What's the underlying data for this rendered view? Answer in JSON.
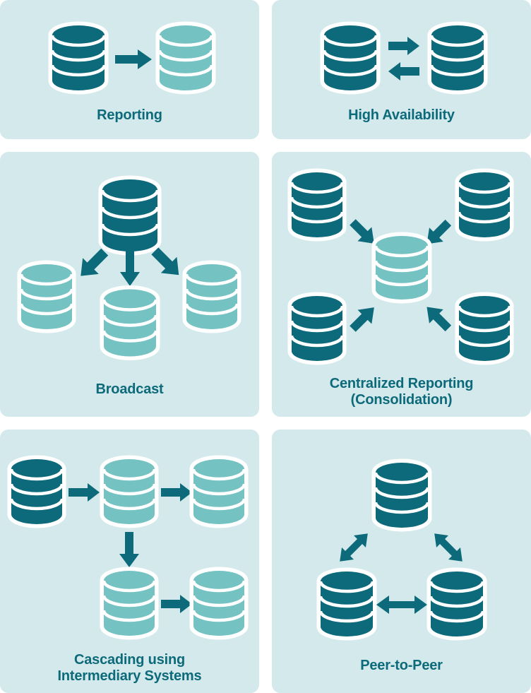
{
  "diagram": {
    "title_text_color": "#0d6a7a",
    "panel_background": "#d3e9eb",
    "page_background": "#ffffff",
    "colors": {
      "database_primary": "#0d6a7a",
      "database_secondary": "#74c2c2",
      "arrow": "#0d6a7a",
      "outline": "#ffffff"
    },
    "panels": [
      {
        "id": "reporting",
        "label": "Reporting",
        "label_lines": [
          "Reporting"
        ],
        "databases": [
          {
            "name": "source-database",
            "variant": "primary"
          },
          {
            "name": "target-database",
            "variant": "secondary"
          }
        ],
        "arrows": [
          {
            "name": "arrow-right",
            "direction": "right",
            "heads": 1
          }
        ]
      },
      {
        "id": "high-availability",
        "label": "High Availability",
        "label_lines": [
          "High Availability"
        ],
        "databases": [
          {
            "name": "primary-node-database",
            "variant": "primary"
          },
          {
            "name": "standby-node-database",
            "variant": "primary"
          }
        ],
        "arrows": [
          {
            "name": "arrow-right",
            "direction": "right",
            "heads": 1
          },
          {
            "name": "arrow-left",
            "direction": "left",
            "heads": 1
          }
        ]
      },
      {
        "id": "broadcast",
        "label": "Broadcast",
        "label_lines": [
          "Broadcast"
        ],
        "databases": [
          {
            "name": "source-database",
            "variant": "primary"
          },
          {
            "name": "target-database-left",
            "variant": "secondary"
          },
          {
            "name": "target-database-center",
            "variant": "secondary"
          },
          {
            "name": "target-database-right",
            "variant": "secondary"
          }
        ],
        "arrows": [
          {
            "name": "arrow-down-left",
            "direction": "down-left",
            "heads": 1
          },
          {
            "name": "arrow-down",
            "direction": "down",
            "heads": 1
          },
          {
            "name": "arrow-down-right",
            "direction": "down-right",
            "heads": 1
          }
        ]
      },
      {
        "id": "centralized-reporting",
        "label": "Centralized Reporting (Consolidation)",
        "label_lines": [
          "Centralized Reporting",
          "(Consolidation)"
        ],
        "databases": [
          {
            "name": "source-database-top-left",
            "variant": "primary"
          },
          {
            "name": "source-database-top-right",
            "variant": "primary"
          },
          {
            "name": "source-database-bottom-left",
            "variant": "primary"
          },
          {
            "name": "source-database-bottom-right",
            "variant": "primary"
          },
          {
            "name": "consolidated-database",
            "variant": "secondary"
          }
        ],
        "arrows": [
          {
            "name": "arrow-down-right",
            "direction": "down-right",
            "heads": 1
          },
          {
            "name": "arrow-down-left",
            "direction": "down-left",
            "heads": 1
          },
          {
            "name": "arrow-up-right",
            "direction": "up-right",
            "heads": 1
          },
          {
            "name": "arrow-up-left",
            "direction": "up-left",
            "heads": 1
          }
        ]
      },
      {
        "id": "cascading",
        "label": "Cascading using Intermediary Systems",
        "label_lines": [
          "Cascading using",
          "Intermediary Systems"
        ],
        "databases": [
          {
            "name": "source-database",
            "variant": "primary"
          },
          {
            "name": "intermediary-database",
            "variant": "secondary"
          },
          {
            "name": "target-database-top-right",
            "variant": "secondary"
          },
          {
            "name": "target-database-bottom-center",
            "variant": "secondary"
          },
          {
            "name": "target-database-bottom-right",
            "variant": "secondary"
          }
        ],
        "arrows": [
          {
            "name": "arrow-right-top-first",
            "direction": "right",
            "heads": 1
          },
          {
            "name": "arrow-right-top-second",
            "direction": "right",
            "heads": 1
          },
          {
            "name": "arrow-down",
            "direction": "down",
            "heads": 1
          },
          {
            "name": "arrow-right-bottom",
            "direction": "right",
            "heads": 1
          }
        ]
      },
      {
        "id": "peer-to-peer",
        "label": "Peer-to-Peer",
        "label_lines": [
          "Peer-to-Peer"
        ],
        "databases": [
          {
            "name": "peer-database-top",
            "variant": "primary"
          },
          {
            "name": "peer-database-bottom-left",
            "variant": "primary"
          },
          {
            "name": "peer-database-bottom-right",
            "variant": "primary"
          }
        ],
        "arrows": [
          {
            "name": "arrow-bidirectional-up-right",
            "direction": "up-right",
            "heads": 2
          },
          {
            "name": "arrow-bidirectional-up-left",
            "direction": "up-left",
            "heads": 2
          },
          {
            "name": "arrow-bidirectional-horizontal",
            "direction": "right",
            "heads": 2
          }
        ]
      }
    ]
  }
}
